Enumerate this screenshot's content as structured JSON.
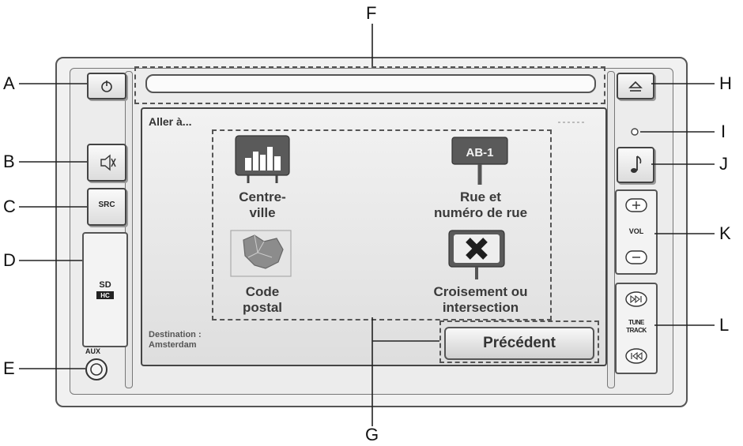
{
  "callouts": {
    "a": "A",
    "b": "B",
    "c": "C",
    "d": "D",
    "e": "E",
    "f": "F",
    "g": "G",
    "h": "H",
    "i": "I",
    "j": "J",
    "k": "K",
    "l": "L"
  },
  "device": {
    "aux_label": "AUX",
    "src_label": "SRC",
    "vol_label": "VOL",
    "tune_label_1": "TUNE",
    "tune_label_2": "TRACK",
    "sd_logo": "SD HC"
  },
  "screen": {
    "header": "Aller à...",
    "items": [
      {
        "label_1": "Centre-",
        "label_2": "ville",
        "icon": "city-icon"
      },
      {
        "label_1": "Rue et",
        "label_2": "numéro de rue",
        "icon": "street-sign-icon",
        "sign_text": "AB-1"
      },
      {
        "label_1": "Code",
        "label_2": "postal",
        "icon": "map-icon"
      },
      {
        "label_1": "Croisement ou",
        "label_2": "intersection",
        "icon": "crossing-icon"
      }
    ],
    "destination_label": "Destination :",
    "destination_value": "Amsterdam",
    "back_button": "Précédent"
  },
  "colors": {
    "icon_dark": "#5a5a5a",
    "frame": "#444444"
  }
}
